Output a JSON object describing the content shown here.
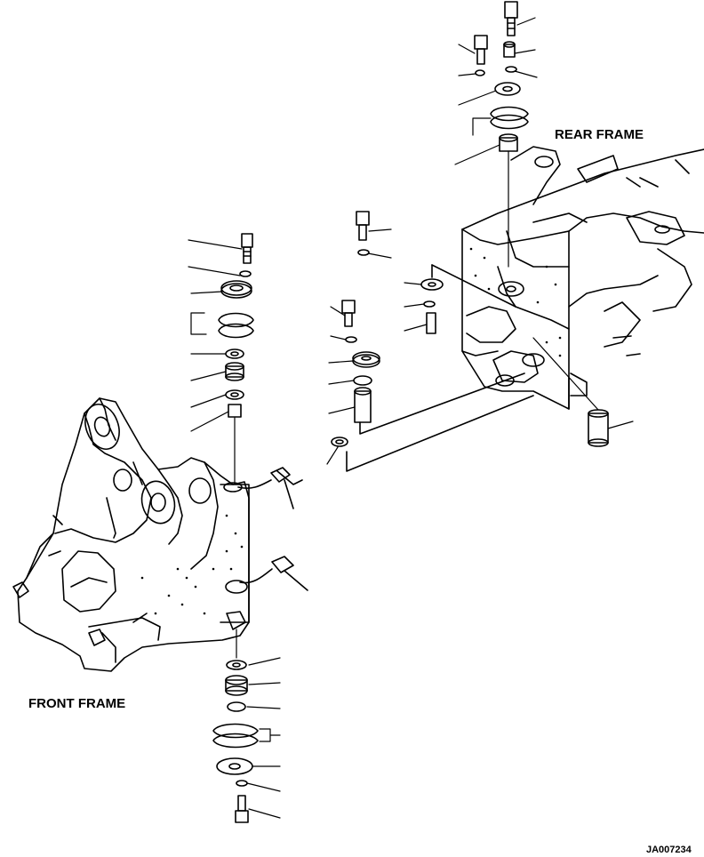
{
  "labels": {
    "rear_frame": "REAR FRAME",
    "front_frame": "FRONT FRAME",
    "drawing_code": "JA007234"
  },
  "colors": {
    "ink": "#000000",
    "paper": "#ffffff"
  }
}
